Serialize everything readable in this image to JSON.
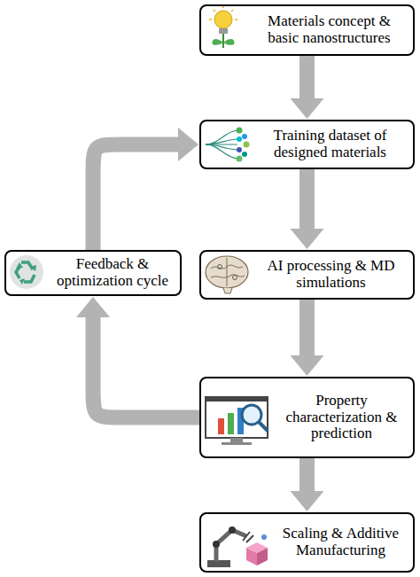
{
  "diagram": {
    "nodes": [
      {
        "text": [
          "Materials concept & basic nanostructures"
        ]
      },
      {
        "text": [
          "Training dataset of designed materials"
        ]
      },
      {
        "text": [
          "Feedback & optimization cycle"
        ]
      },
      {
        "text": [
          "AI processing & MD simulations"
        ]
      },
      {
        "text": [
          "Property characterization & prediction"
        ]
      },
      {
        "text": [
          "Scaling & Additive Manufacturing"
        ]
      }
    ],
    "edges": [
      {
        "from": 0,
        "to": 1,
        "arrow": "to"
      },
      {
        "from": 1,
        "to": 3,
        "arrow": "to"
      },
      {
        "from": 3,
        "to": 4,
        "arrow": "to"
      },
      {
        "from": 4,
        "to": 5,
        "arrow": "to"
      },
      {
        "from": 4,
        "to": 2,
        "arrow": "to"
      },
      {
        "from": 2,
        "to": 1,
        "arrow": "to"
      }
    ]
  }
}
